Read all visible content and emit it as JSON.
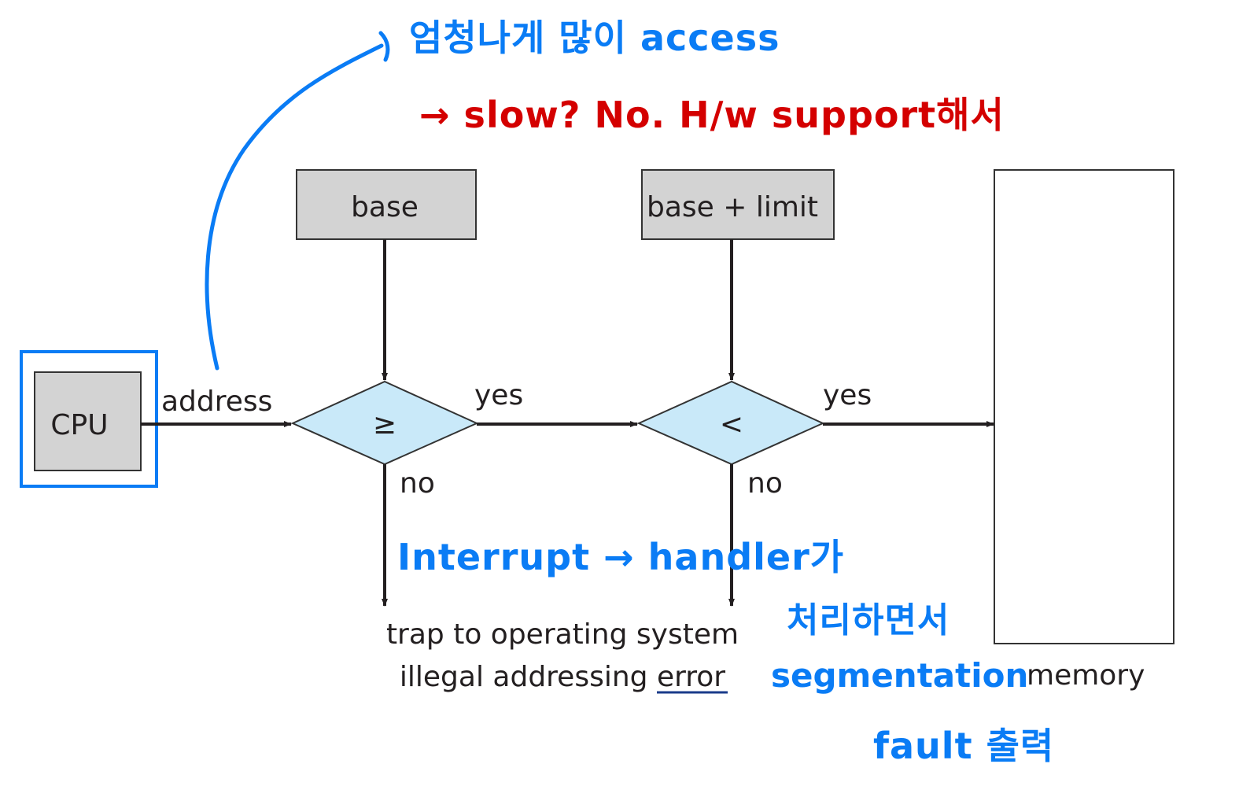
{
  "diagram": {
    "cpu_label": "CPU",
    "address_label": "address",
    "base_label": "base",
    "base_limit_label": "base + limit",
    "compare1_symbol": "≥",
    "compare2_symbol": "<",
    "yes1": "yes",
    "yes2": "yes",
    "no1": "no",
    "no2": "no",
    "trap_line1": "trap to operating system",
    "trap_line2_prefix": "illegal addressing ",
    "trap_line2_error": "error",
    "memory_label": "memory"
  },
  "annotations": {
    "note1": "엄청나게 많이 access",
    "note2": "→ slow? No. H/w support해서",
    "note3": "Interrupt → handler가",
    "note4": "처리하면서",
    "note5": "segmentation",
    "note6": "fault 출력"
  },
  "colors": {
    "box_fill": "#d3d3d3",
    "diamond_fill": "#c9e9f9",
    "pen_blue": "#0a7cf5",
    "pen_red": "#d40000"
  }
}
